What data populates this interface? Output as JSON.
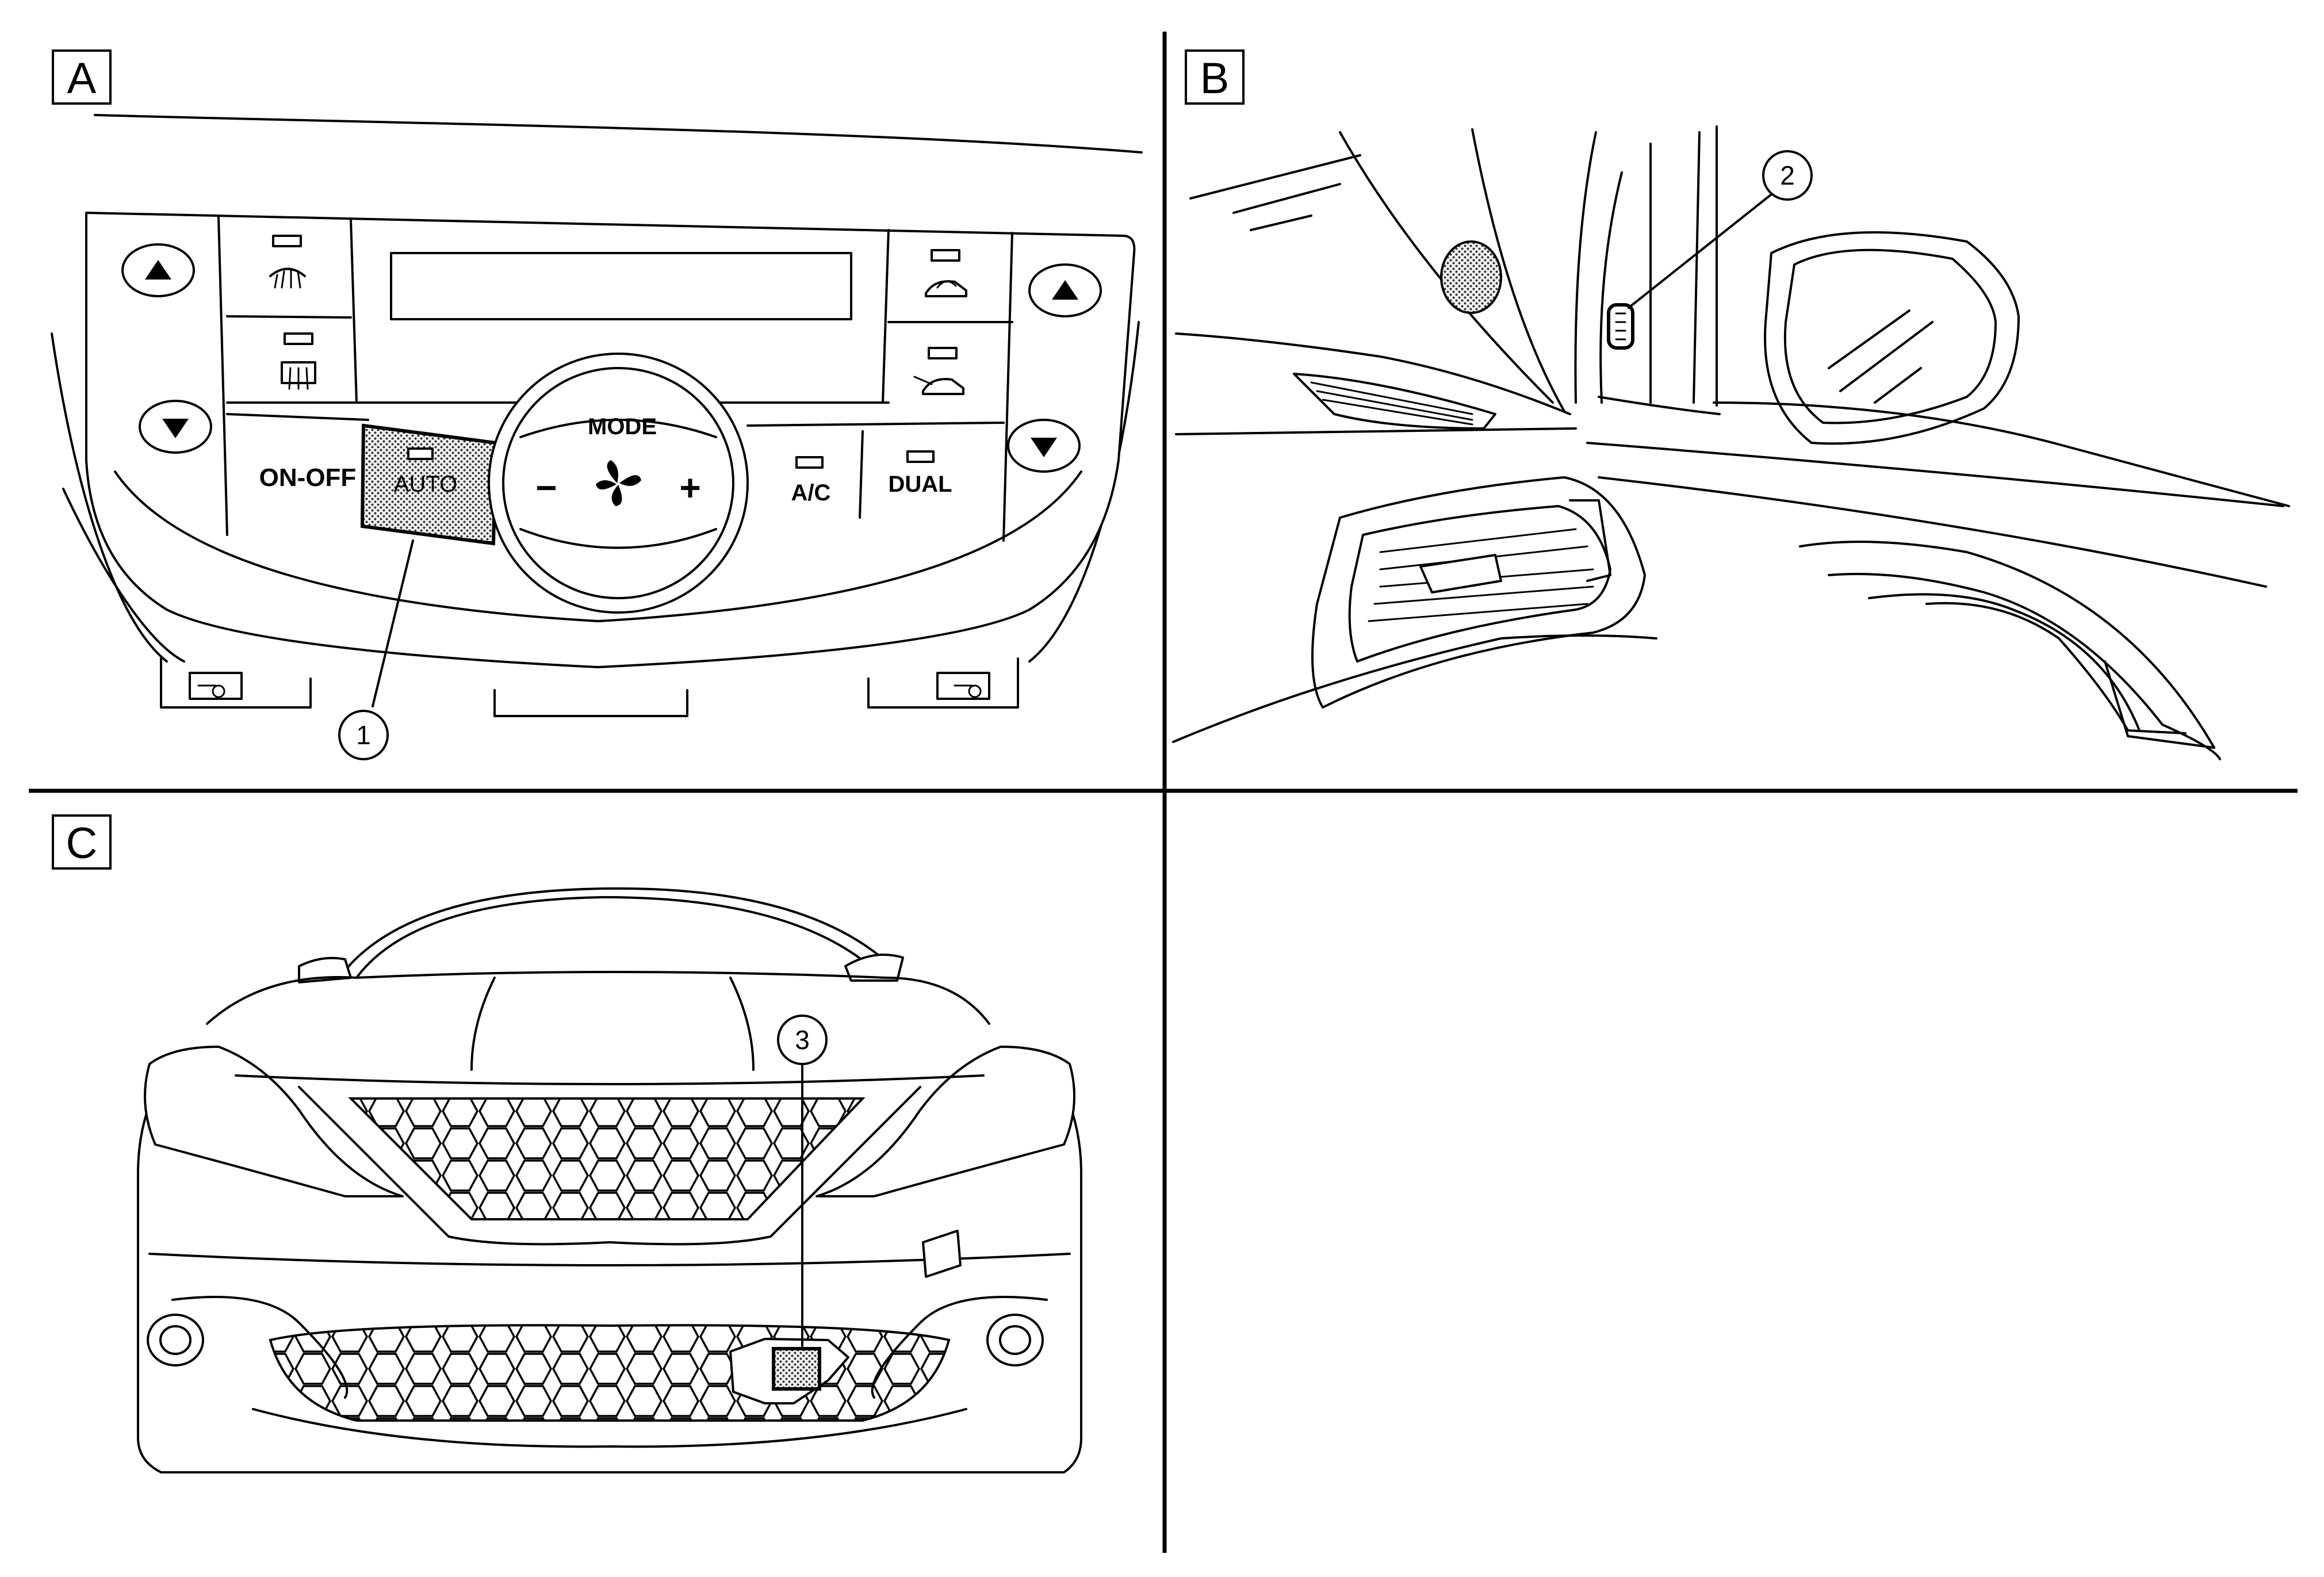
{
  "panels": [
    {
      "letter": "A"
    },
    {
      "letter": "B"
    },
    {
      "letter": "C"
    }
  ],
  "control_panel": {
    "on_off_label": "ON-OFF",
    "auto_label": "AUTO",
    "mode_label": "MODE",
    "minus_label": "−",
    "plus_label": "+",
    "ac_label": "A/C",
    "dual_label": "DUAL",
    "highlight_color": "#d0d0d0"
  },
  "callouts": [
    {
      "number": "1"
    },
    {
      "number": "2"
    },
    {
      "number": "3"
    }
  ]
}
